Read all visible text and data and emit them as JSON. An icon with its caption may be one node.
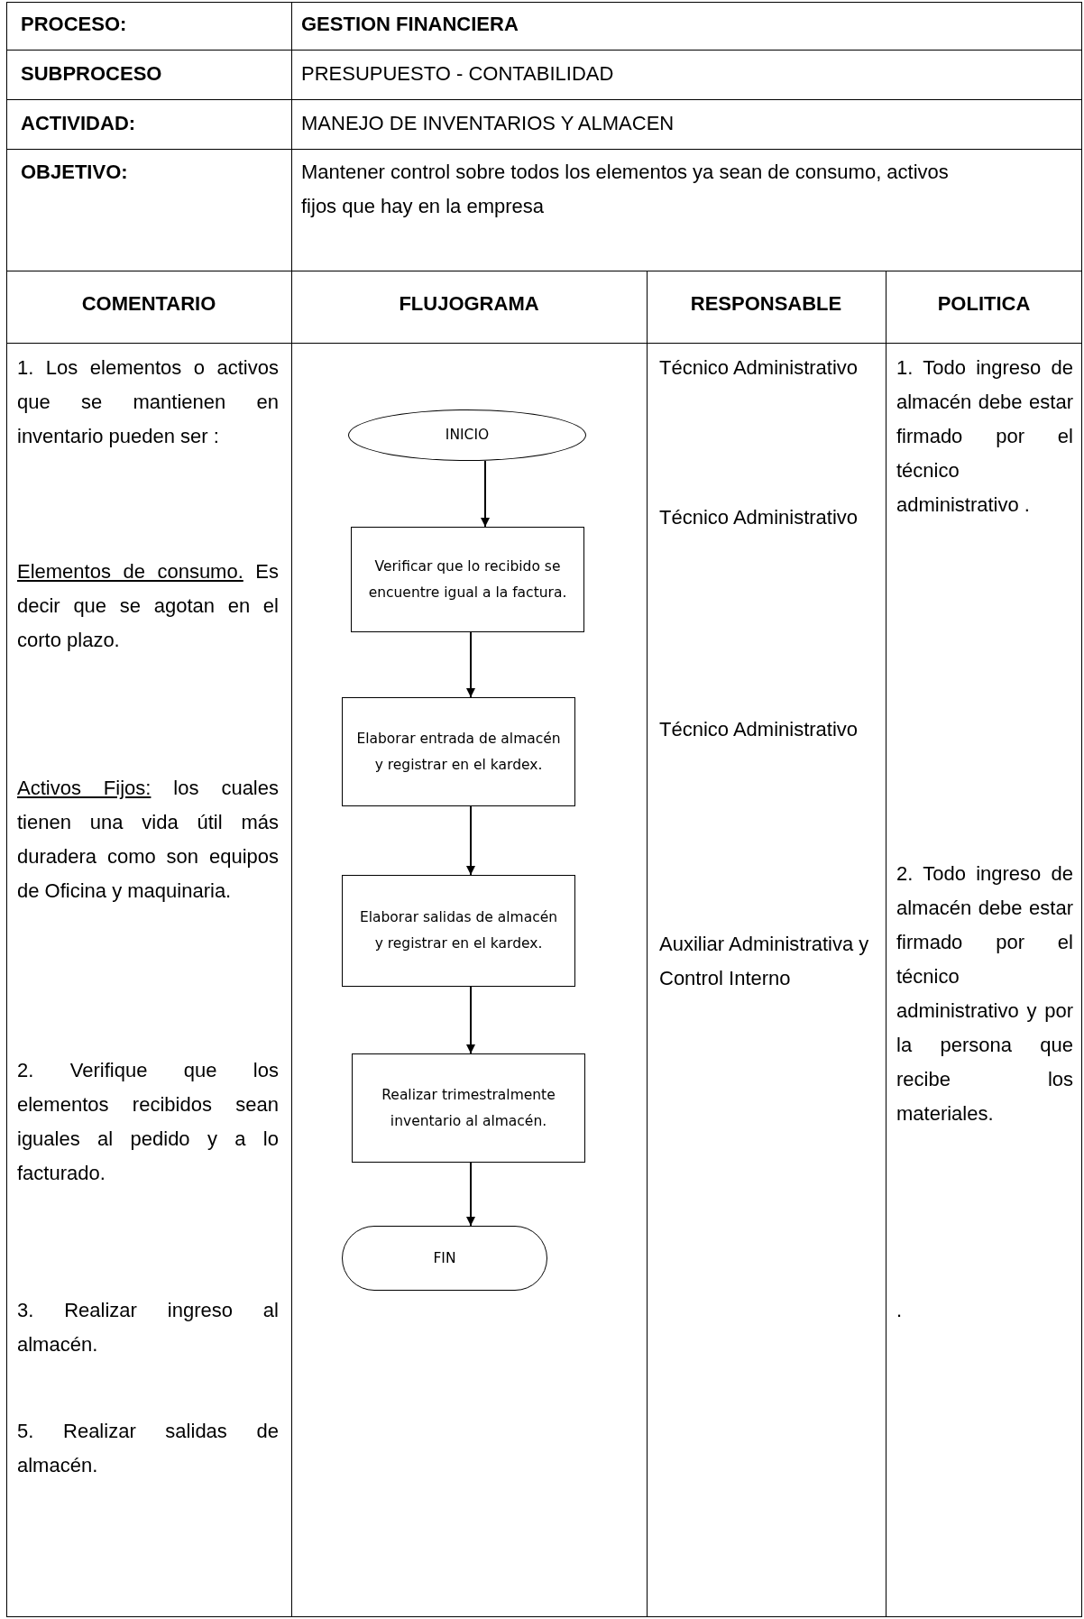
{
  "diagram": {
    "nodes": [
      {
        "text": [
          "INICIO"
        ]
      },
      {
        "text": [
          "Verificar que lo recibido se encuentre igual a la factura."
        ]
      },
      {
        "text": [
          "Elaborar entrada de almacén y registrar en el kardex."
        ]
      },
      {
        "text": [
          "Elaborar salidas de almacén y registrar en el kardex."
        ]
      },
      {
        "text": [
          "Realizar trimestralmente inventario al almacén."
        ]
      },
      {
        "text": [
          "FIN"
        ]
      }
    ],
    "edges": [
      {
        "from": 0,
        "to": 1,
        "arrow": "to"
      },
      {
        "from": 1,
        "to": 2,
        "arrow": "to"
      },
      {
        "from": 2,
        "to": 3,
        "arrow": "to"
      },
      {
        "from": 3,
        "to": 4,
        "arrow": "to"
      },
      {
        "from": 4,
        "to": 5,
        "arrow": "to"
      }
    ],
    "labels": [
      "PROCESO:",
      "GESTION FINANCIERA",
      "SUBPROCESO",
      "PRESUPUESTO - CONTABILIDAD",
      "ACTIVIDAD:",
      "MANEJO DE INVENTARIOS Y ALMACEN",
      "OBJETIVO:",
      "Mantener control sobre todos los elementos ya sean de consumo, activos fijos que hay en la empresa",
      "COMENTARIO",
      "FLUJOGRAMA",
      "RESPONSABLE",
      "POLITICA",
      "1. Los elementos o activos que se mantienen en inventario pueden ser :",
      "Elementos de consumo.",
      "Es decir que se agotan en el corto plazo.",
      "Activos Fijos:",
      "los cuales tienen una vida útil más duradera como son equipos de Oficina y maquinaria.",
      "2. Verifique que los elementos recibidos sean iguales al pedido y a lo facturado.",
      "3. Realizar ingreso al almacén.",
      "5. Realizar salidas de almacén.",
      "Técnico Administrativo",
      "Técnico Administrativo",
      "Técnico Administrativo",
      "Auxiliar Administrativa y Control Interno",
      "1. Todo ingreso de almacén debe estar firmado por el técnico administrativo .",
      "2. Todo ingreso de almacén debe estar firmado por el técnico administrativo y por la persona que recibe los materiales.",
      "."
    ]
  }
}
